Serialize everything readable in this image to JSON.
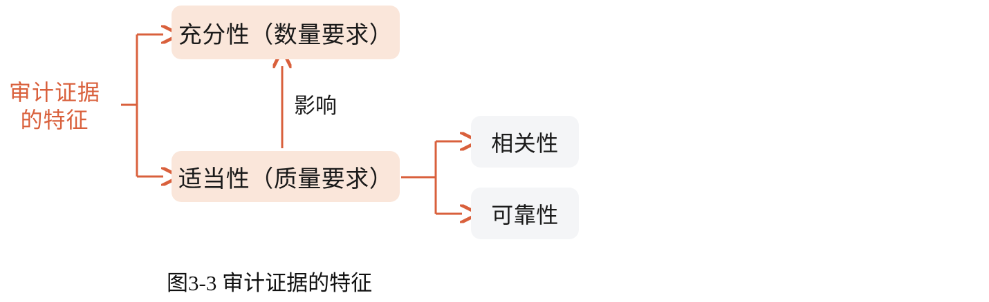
{
  "figure": {
    "caption": "图3-3  审计证据的特征",
    "root_label_line1": "审计证据",
    "root_label_line2": "的特征",
    "accent_color": "#d9603c",
    "peach_fill": "#fae6da",
    "grey_fill": "#f4f5f7",
    "text_color": "#1a1a1a"
  },
  "nodes": {
    "sufficiency": {
      "label": "充分性（数量要求）"
    },
    "appropriateness": {
      "label": "适当性（质量要求）"
    },
    "relevance": {
      "label": "相关性"
    },
    "reliability": {
      "label": "可靠性"
    }
  },
  "edges": {
    "influence_label": "影响"
  }
}
